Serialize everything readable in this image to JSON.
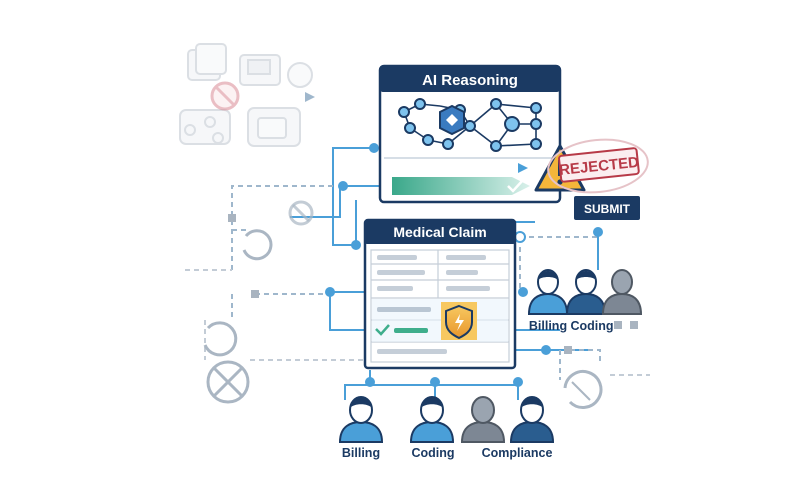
{
  "ai_panel": {
    "title": "AI Reasoning"
  },
  "claim_panel": {
    "title": "Medical Claim"
  },
  "stamp": {
    "text": "REJECTED"
  },
  "submit": {
    "label": "SUBMIT"
  },
  "teams_right": {
    "billing": "Billing",
    "coding": "Coding"
  },
  "teams_bottom": {
    "billing": "Billing",
    "coding": "Coding",
    "compliance": "Compliance"
  },
  "colors": {
    "navy": "#1b3a63",
    "accent": "#4a9fd8",
    "dark_blue": "#2a5d8f",
    "warning": "#f4b63a",
    "reject_red": "#b73a48",
    "approve_green": "#3fae8c",
    "muted": "#b9c3cf"
  }
}
